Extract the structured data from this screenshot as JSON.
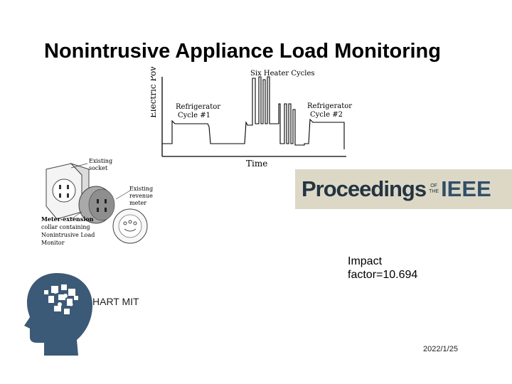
{
  "slide": {
    "title": "Nonintrusive Appliance Load Monitoring",
    "impact_line1": "Impact",
    "impact_line2": "factor=10.694",
    "author": "HART MIT",
    "date": "2022/1/25"
  },
  "power_plot": {
    "ylabel": "Electric Power",
    "xlabel": "Time",
    "label_heater": "Six Heater Cycles",
    "label_fridge1_line1": "Refrigerator",
    "label_fridge1_line2": "Cycle #1",
    "label_fridge2_line1": "Refrigerator",
    "label_fridge2_line2": "Cycle #2"
  },
  "socket_figure": {
    "label_socket_line1": "Existing",
    "label_socket_line2": "socket",
    "label_meter_line1": "Existing",
    "label_meter_line2": "revenue",
    "label_meter_line3": "meter",
    "label_collar_line1": "Meter-extension",
    "label_collar_line2": "collar containing",
    "label_collar_line3": "Nonintrusive Load",
    "label_collar_line4": "Monitor"
  },
  "logo": {
    "proceedings": "Proceedings",
    "of": "OF",
    "the": "THE",
    "ieee": "IEEE",
    "background": "#ddd8c6",
    "text_color": "#243542"
  },
  "icon_names": {
    "head": "head-puzzle-icon"
  }
}
